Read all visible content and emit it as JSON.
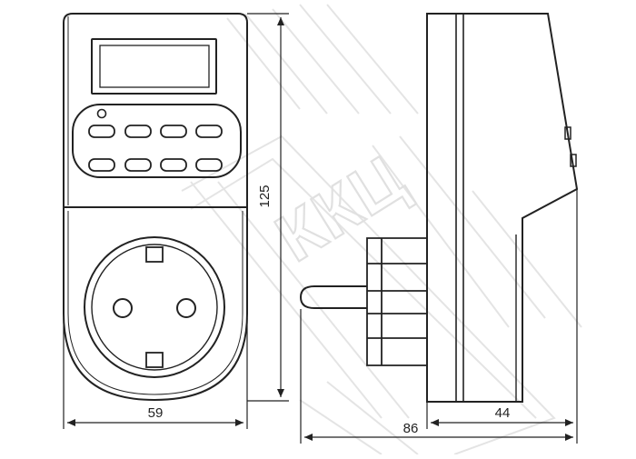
{
  "dimensions": {
    "width": "59",
    "height": "125",
    "total_depth": "86",
    "body_depth": "44"
  },
  "watermark": {
    "text": "ККЦ"
  },
  "colors": {
    "line": "#222222",
    "watermark": "#cccccc",
    "background": "#ffffff"
  }
}
